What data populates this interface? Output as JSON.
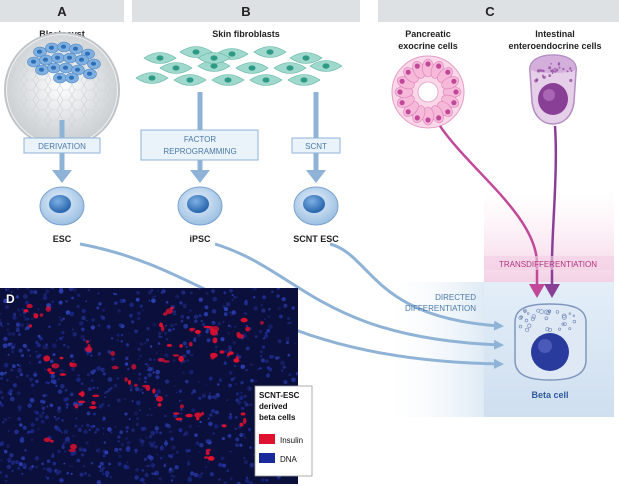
{
  "panels": {
    "a": {
      "letter": "A",
      "title": "Blastocyst",
      "step": "DERIVATION",
      "product": "ESC"
    },
    "b": {
      "letter": "B",
      "title": "Skin fibroblasts",
      "step_factor": [
        "FACTOR",
        "REPROGRAMMING"
      ],
      "step_scnt": "SCNT",
      "product_ipsc": "iPSC",
      "product_scnt": "SCNT ESC"
    },
    "c": {
      "letter": "C",
      "title_pancreatic": [
        "Pancreatic",
        "exocrine cells"
      ],
      "title_intestinal": [
        "Intestinal",
        "enteroendocrine cells"
      ],
      "process": "TRANSDIFFERENTIATION"
    },
    "directed": [
      "DIRECTED",
      "DIFFERENTIATION"
    ],
    "beta_cell": "Beta cell",
    "d": {
      "letter": "D",
      "legend_title": [
        "SCNT-ESC",
        "derived",
        "beta cells"
      ],
      "legend_items": [
        {
          "label": "Insulin",
          "color": "#e0102f"
        },
        {
          "label": "DNA",
          "color": "#1a2a9a"
        }
      ]
    }
  },
  "colors": {
    "header_bg": "#dde1e4",
    "arrow_blue": "#8fb3d6",
    "step_text": "#4a79a8",
    "magenta": "#c2489a",
    "purple": "#8a3f97",
    "cell_blue": "#2f6fb8"
  }
}
